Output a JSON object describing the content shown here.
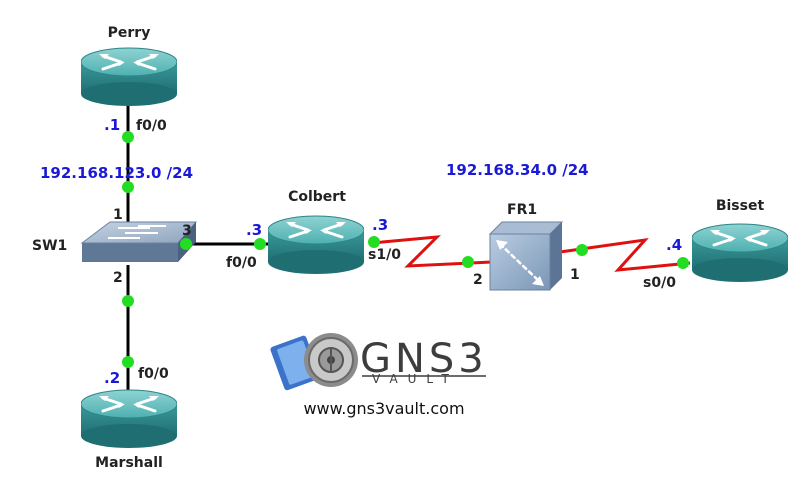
{
  "devices": {
    "perry": "Perry",
    "marshall": "Marshall",
    "colbert": "Colbert",
    "bisset": "Bisset",
    "sw1": "SW1",
    "fr1": "FR1"
  },
  "networks": {
    "lan": "192.168.123.0 /24",
    "wan": "192.168.34.0 /24"
  },
  "interfaces": {
    "perry_if": "f0/0",
    "perry_ip": ".1",
    "marshall_if": "f0/0",
    "marshall_ip": ".2",
    "colbert_f": "f0/0",
    "colbert_f_ip": ".3",
    "colbert_s": "s1/0",
    "colbert_s_ip": ".3",
    "bisset_if": "s0/0",
    "bisset_ip": ".4",
    "sw1_p1": "1",
    "sw1_p2": "2",
    "sw1_p3": "3",
    "fr1_p1": "1",
    "fr1_p2": "2"
  },
  "logo": {
    "name": "GNS3",
    "sub": "VAULT",
    "url": "www.gns3vault.com"
  },
  "colors": {
    "router": "#3aa0a0",
    "serial_link": "#e01010",
    "ethernet_link": "#000000",
    "port_dot": "#22dd22",
    "label_blue": "#1a1ad6"
  }
}
